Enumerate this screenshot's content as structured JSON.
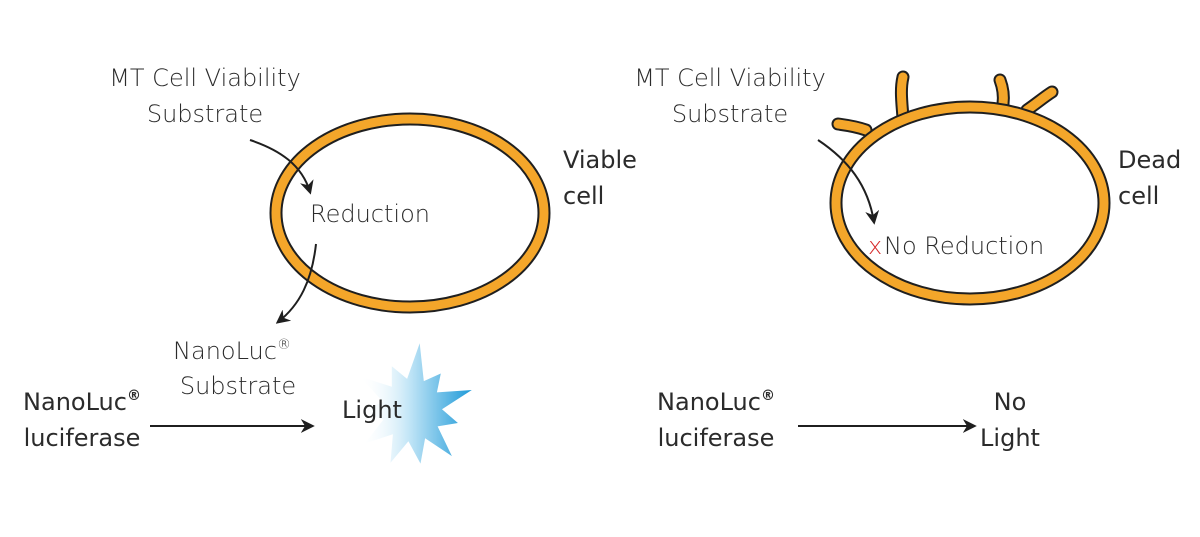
{
  "colors": {
    "membrane": "#F4A62A",
    "membrane_outline": "#1f1f1f",
    "arrow": "#1f1f1f",
    "text": "#2b2b2b",
    "cross": "#d62b2b",
    "light_burst": "#2ea7e0"
  },
  "viable": {
    "substrate_line1": "MT Cell Viability",
    "substrate_line2": "Substrate",
    "reduction_label": "Reduction",
    "cell_line1": "Viable",
    "cell_line2": "cell",
    "nanoluc_substrate_line1": "NanoLuc",
    "nanoluc_substrate_mark": "®",
    "nanoluc_substrate_line2": "Substrate",
    "luciferase_line1": "NanoLuc",
    "luciferase_mark": "®",
    "luciferase_line2": "luciferase",
    "output_label": "Light"
  },
  "dead": {
    "substrate_line1": "MT Cell Viability",
    "substrate_line2": "Substrate",
    "cross_mark": "x",
    "reduction_label": "No Reduction",
    "cell_line1": "Dead",
    "cell_line2": "cell",
    "luciferase_line1": "NanoLuc",
    "luciferase_mark": "®",
    "luciferase_line2": "luciferase",
    "output_line1": "No",
    "output_line2": "Light"
  }
}
